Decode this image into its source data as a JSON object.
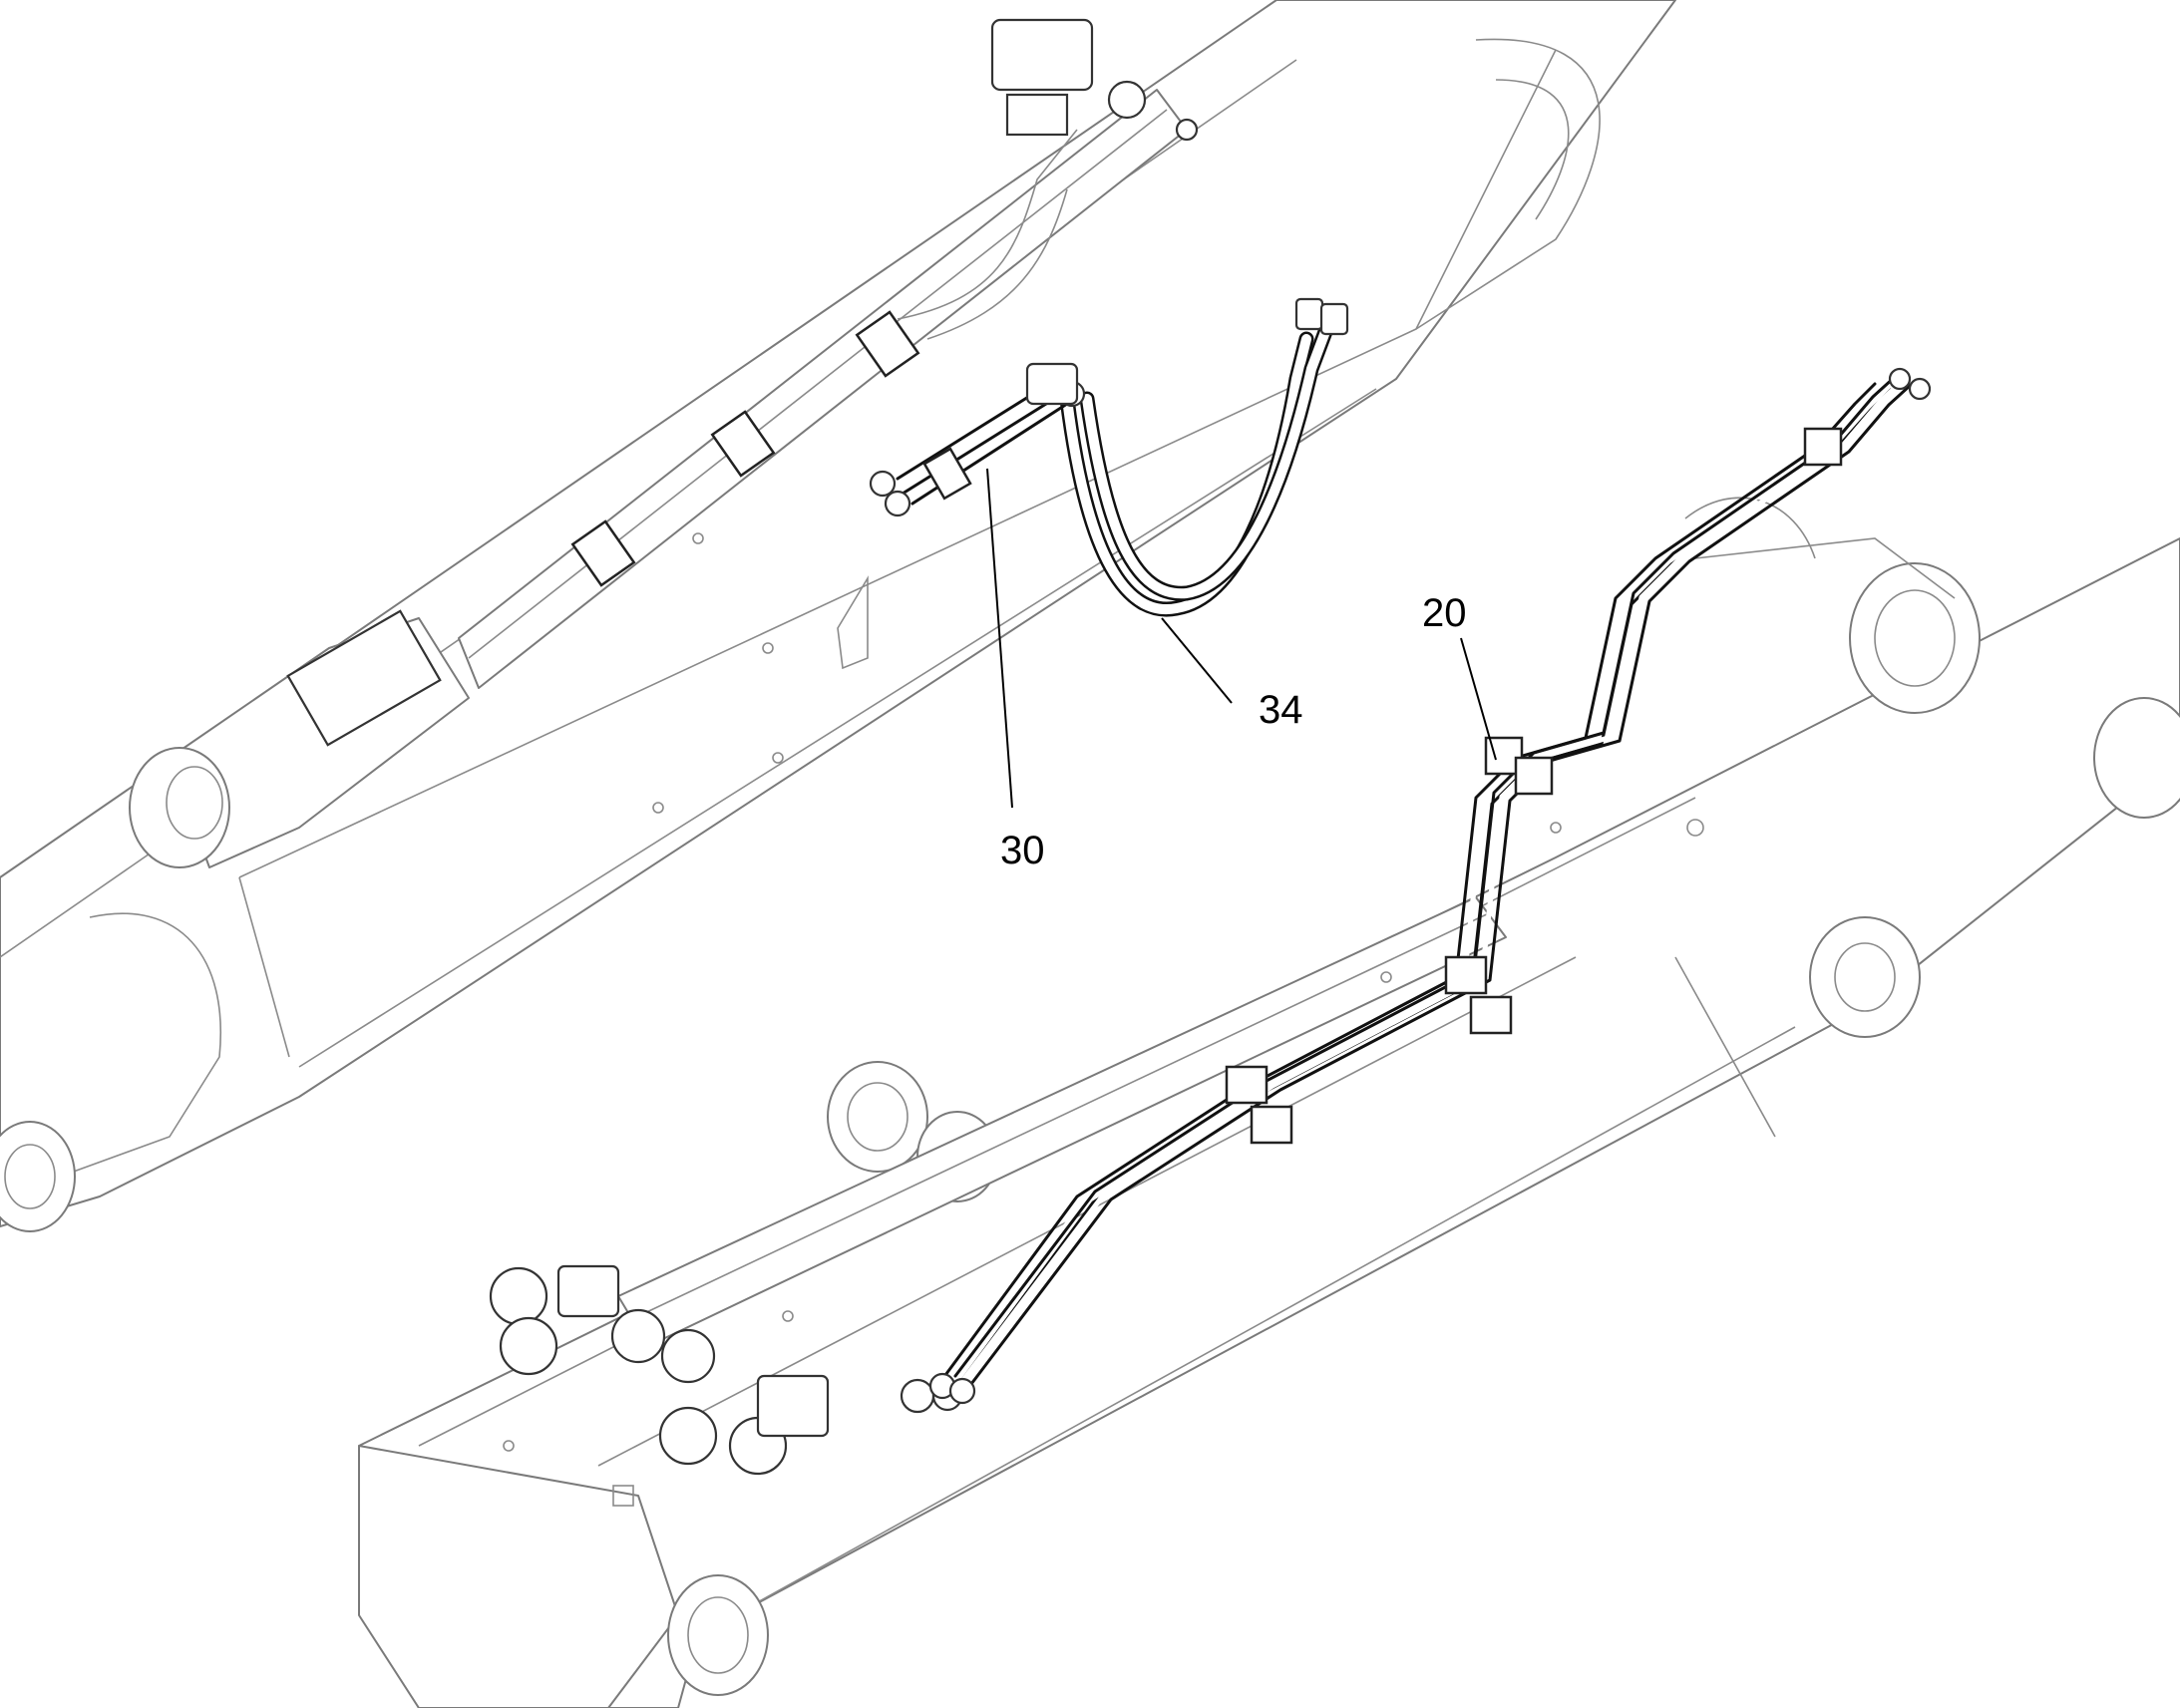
{
  "callouts": [
    {
      "id": "item-20",
      "label": "20"
    },
    {
      "id": "item-30",
      "label": "30"
    },
    {
      "id": "item-34",
      "label": "34"
    }
  ],
  "colors": {
    "background": "#ffffff",
    "outline": "#7a7a7a",
    "pipe": "#111111",
    "text": "#000000"
  }
}
